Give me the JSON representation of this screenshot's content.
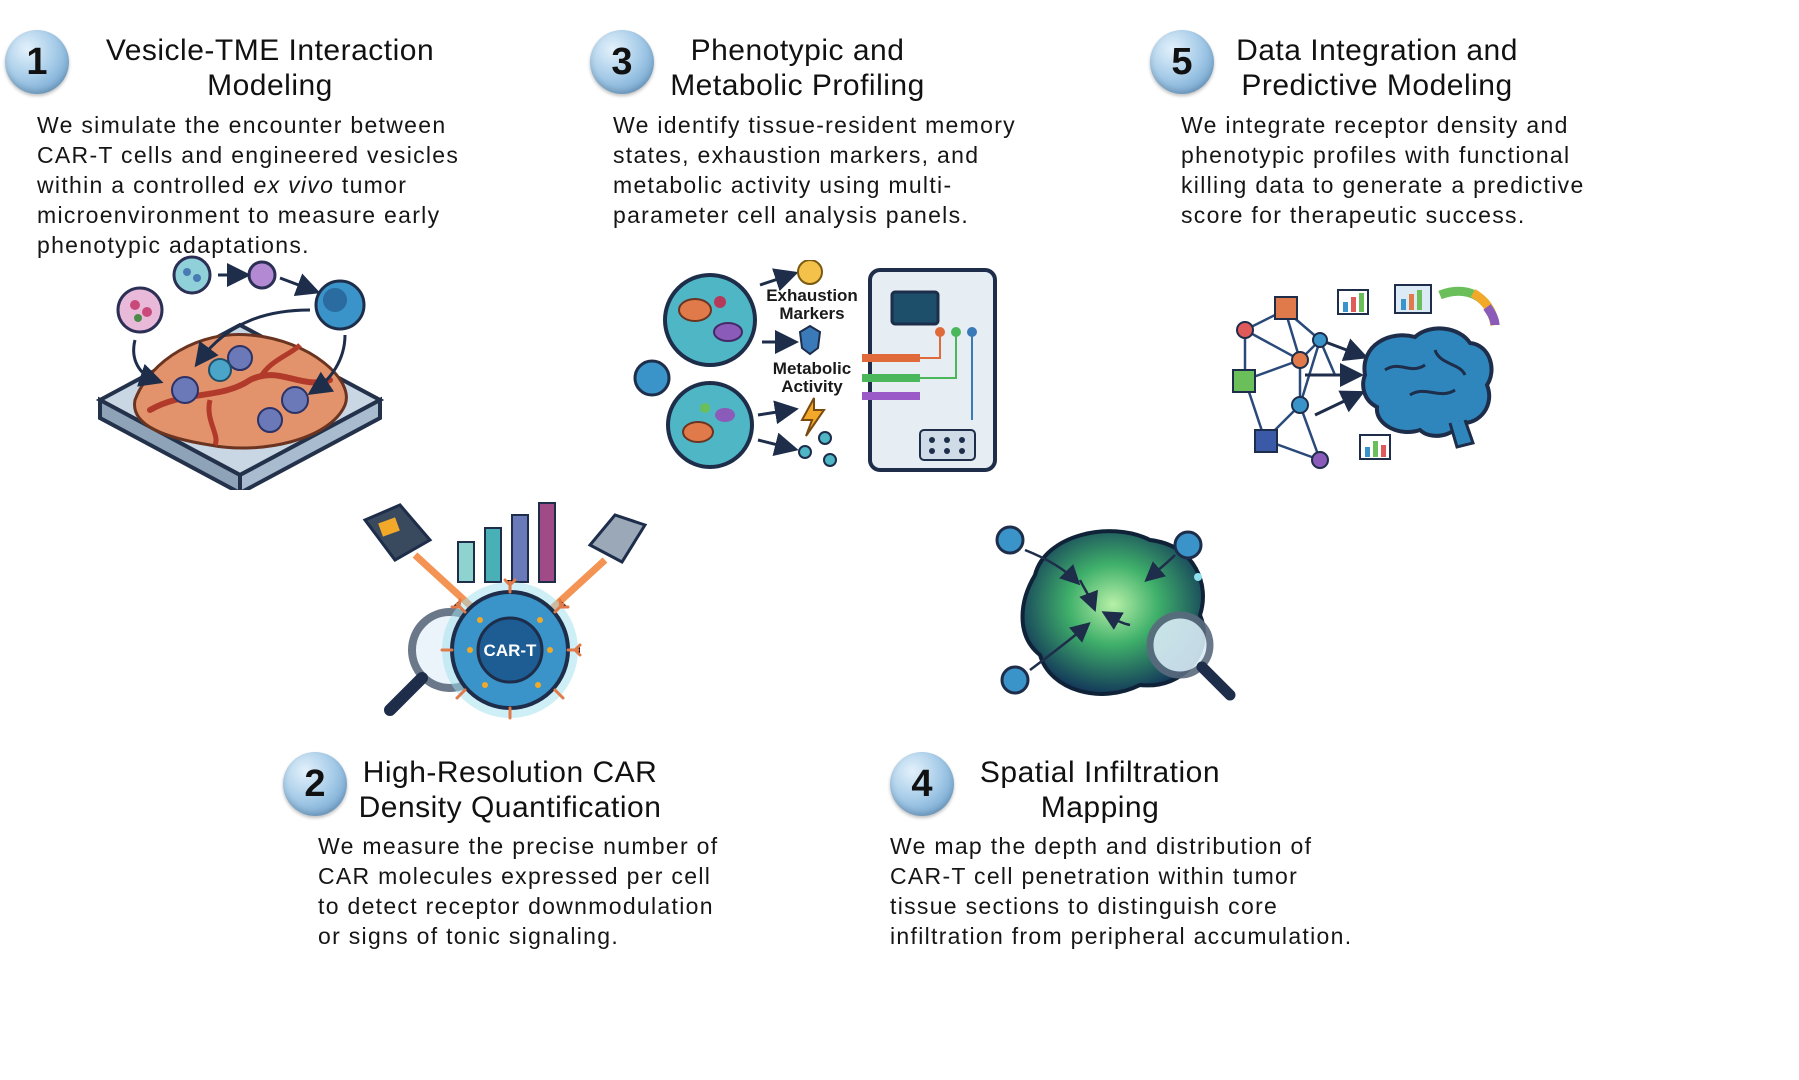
{
  "steps": [
    {
      "number": "1",
      "title_lines": [
        "Vesicle-TME Interaction",
        "Modeling"
      ],
      "description_lines": [
        "We simulate the encounter between",
        "CAR-T cells and engineered vesicles",
        "within a controlled ",
        "ex vivo",
        " tumor",
        "microenvironment to measure early",
        "phenotypic adaptations."
      ]
    },
    {
      "number": "2",
      "title_lines": [
        "High-Resolution CAR",
        "Density Quantification"
      ],
      "description_lines": [
        "We measure the precise number of",
        "CAR molecules expressed per cell",
        "to detect receptor downmodulation",
        "or signs of tonic signaling."
      ],
      "illustration_label": "CAR-T"
    },
    {
      "number": "3",
      "title_lines": [
        "Phenotypic and",
        "Metabolic Profiling"
      ],
      "description_lines": [
        "We identify tissue-resident memory",
        "states, exhaustion markers, and",
        "metabolic activity using multi-",
        "parameter cell analysis panels."
      ],
      "illustration_labels": {
        "exhaustion": [
          "Exhaustion",
          "Markers"
        ],
        "metabolic": [
          "Metabolic",
          "Activity"
        ]
      }
    },
    {
      "number": "4",
      "title_lines": [
        "Spatial Infiltration",
        "Mapping"
      ],
      "description_lines": [
        "We map the depth and distribution of",
        "CAR-T cell penetration within tumor",
        "tissue sections to distinguish core",
        "infiltration from peripheral accumulation."
      ]
    },
    {
      "number": "5",
      "title_lines": [
        "Data Integration and",
        "Predictive Modeling"
      ],
      "description_lines": [
        "We integrate receptor density and",
        "phenotypic profiles with functional",
        "killing data to generate a predictive",
        "score for therapeutic success."
      ]
    }
  ],
  "colors": {
    "badge": "#7fb2dc",
    "cell_blue": "#2f7fb5",
    "tumor": "#e0906a",
    "vessel": "#b23a2a",
    "cyan": "#48b9c9",
    "navy": "#1d2d4a"
  }
}
